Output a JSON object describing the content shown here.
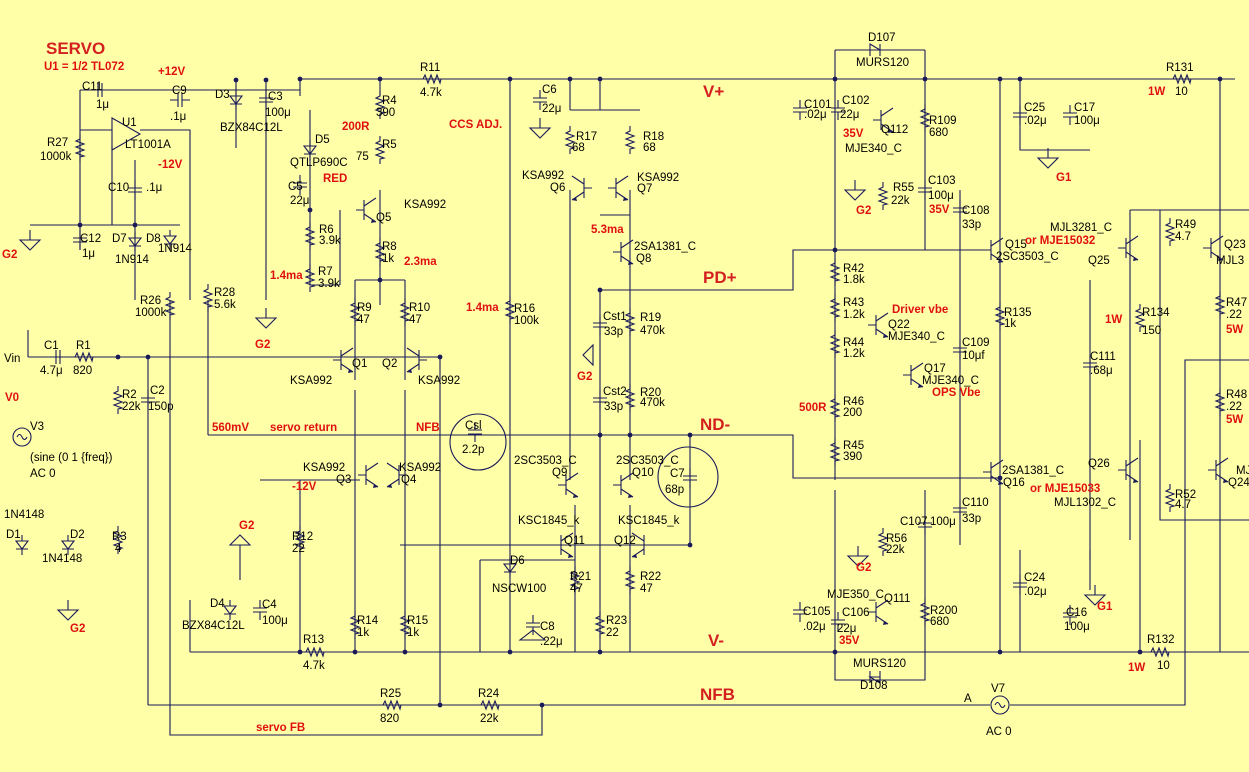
{
  "title": "SERVO",
  "subtitle": "U1 = 1/2 TL072",
  "colors": {
    "background": "#ffffa8",
    "wire": "#1a1a5a",
    "annotation": "#e01010"
  },
  "nets": {
    "vplus": "V+",
    "pdplus": "PD+",
    "ndminus": "ND-",
    "vminus": "V-",
    "nfb": "NFB"
  },
  "annotations": {
    "plus12": "+12V",
    "minus12a": "-12V",
    "minus12b": "-12V",
    "r4_200r": "200R",
    "d5_red": "RED",
    "ccs_adj": "CCS ADJ.",
    "i_r7": "1.4ma",
    "i_r8": "2.3ma",
    "i_r16": "1.4ma",
    "i_q8": "5.3ma",
    "servo_mv": "560mV",
    "driver_vbe": "Driver vbe",
    "ops_vbe": "OPS Vbe",
    "r46_500r": "500R",
    "v35a": "35V",
    "v35b": "35V",
    "v35c": "35V",
    "w1a": "1W",
    "w1b": "1W",
    "w1c": "1W",
    "w5a": "5W",
    "w5b": "5W",
    "or_mje15032": "or MJE15032",
    "or_mje15033": "or MJE15033",
    "v0": "V0"
  },
  "labels": {
    "servo_return": "servo return",
    "nfb_small": "NFB",
    "servo_fb": "servo FB",
    "vin": "Vin",
    "node_a": "A",
    "g2_a": "G2",
    "g2_b": "G2",
    "g2_c": "G2",
    "g2_d": "G2",
    "g2_e": "G2",
    "g2_f": "G2",
    "g2_g": "G2",
    "g1_a": "G1",
    "g1_b": "G1"
  },
  "components": {
    "c11": [
      "C11",
      "1μ"
    ],
    "c9": [
      "C9",
      ".1μ"
    ],
    "d3": [
      "D3",
      "BZX84C12L"
    ],
    "c3": [
      "C3",
      "100μ"
    ],
    "u1": [
      "U1",
      "LT1001A"
    ],
    "r27": [
      "R27",
      "1000k"
    ],
    "c10": [
      "C10",
      ".1μ"
    ],
    "c12": [
      "C12",
      "1μ"
    ],
    "d7": [
      "D7",
      "1N914"
    ],
    "d8": [
      "D8",
      "1N914"
    ],
    "r4": [
      "R4",
      "390"
    ],
    "r5": [
      "R5",
      "75"
    ],
    "d5": [
      "D5",
      "QTLP690C"
    ],
    "c5": [
      "C5",
      "22μ"
    ],
    "q5": [
      "KSA992",
      "Q5"
    ],
    "r6": [
      "R6",
      "3.9k"
    ],
    "r7": [
      "R7",
      "3.9k"
    ],
    "r8": [
      "R8",
      "1k"
    ],
    "r26": [
      "R26",
      "1000k"
    ],
    "r28": [
      "R28",
      "5.6k"
    ],
    "r9": [
      "R9",
      "47"
    ],
    "r10": [
      "R10",
      "47"
    ],
    "q1": [
      "Q1",
      "KSA992"
    ],
    "q2": [
      "Q2",
      "KSA992"
    ],
    "c1": [
      "C1",
      "4.7μ"
    ],
    "r1": [
      "R1",
      "820"
    ],
    "r2": [
      "R2",
      "22k"
    ],
    "c2": [
      "C2",
      "150p"
    ],
    "v3": [
      "V3",
      "(sine (0 1 {freq})",
      "AC 0"
    ],
    "q3": [
      "KSA992",
      "Q3"
    ],
    "q4": [
      "KSA992",
      "Q4"
    ],
    "r12": [
      "R12",
      "22"
    ],
    "d1": [
      "1N4148",
      "D1"
    ],
    "d2": [
      "D2",
      "1N4148"
    ],
    "r3": [
      "R3",
      "4"
    ],
    "d4": [
      "D4",
      "BZX84C12L"
    ],
    "c4": [
      "C4",
      "100μ"
    ],
    "r14": [
      "R14",
      "1k"
    ],
    "r15": [
      "R15",
      "1k"
    ],
    "r13": [
      "R13",
      "4.7k"
    ],
    "r25": [
      "R25",
      "820"
    ],
    "r24": [
      "R24",
      "22k"
    ],
    "r11": [
      "R11",
      "4.7k"
    ],
    "c6": [
      "C6",
      "22μ"
    ],
    "r16": [
      "R16",
      "100k"
    ],
    "r17": [
      "R17",
      "68"
    ],
    "r18": [
      "R18",
      "68"
    ],
    "q6": [
      "KSA992",
      "Q6"
    ],
    "q7": [
      "KSA992",
      "Q7"
    ],
    "q8": [
      "2SA1381_C",
      "Q8"
    ],
    "cst1": [
      "Cst1",
      "33p"
    ],
    "r19": [
      "R19",
      "470k"
    ],
    "cst2": [
      "Cst2",
      "33p"
    ],
    "r20": [
      "R20",
      "470k"
    ],
    "csl": [
      "Csl",
      "2.2p"
    ],
    "q9": [
      "2SC3503_C",
      "Q9"
    ],
    "q10": [
      "2SC3503_C",
      "Q10"
    ],
    "c7": [
      "C7",
      "68p"
    ],
    "q11": [
      "KSC1845_k",
      "Q11"
    ],
    "q12": [
      "KSC1845_k",
      "Q12"
    ],
    "d6": [
      "D6",
      "NSCW100"
    ],
    "r21": [
      "R21",
      "47"
    ],
    "r22": [
      "R22",
      "47"
    ],
    "r23": [
      "R23",
      "22"
    ],
    "c8": [
      "C8",
      ".22μ"
    ],
    "d107": [
      "D107",
      "MURS120"
    ],
    "c101": [
      "C101",
      ".02μ"
    ],
    "c102": [
      "C102",
      "22μ"
    ],
    "q112": [
      "Q112",
      "MJE340_C"
    ],
    "r109": [
      "R109",
      "680"
    ],
    "c103": [
      "C103",
      "100μ"
    ],
    "r55": [
      "R55",
      "22k"
    ],
    "c108": [
      "C108",
      "33p"
    ],
    "r42": [
      "R42",
      "1.8k"
    ],
    "r43": [
      "R43",
      "1.2k"
    ],
    "q22": [
      "Q22",
      "MJE340_C"
    ],
    "r44": [
      "R44",
      "1.2k"
    ],
    "q17": [
      "Q17",
      "MJE340_C"
    ],
    "r46": [
      "R46",
      "200"
    ],
    "r45": [
      "R45",
      "390"
    ],
    "c109": [
      "C109",
      "10μf"
    ],
    "r135": [
      "R135",
      "1k"
    ],
    "q15": [
      "Q15",
      "2SC3503_C"
    ],
    "q16": [
      "2SA1381_C",
      "Q16"
    ],
    "c110": [
      "C110",
      "33p"
    ],
    "c107": [
      "C107",
      "100μ"
    ],
    "r56": [
      "R56",
      "22k"
    ],
    "c105": [
      "C105",
      ".02μ"
    ],
    "c106": [
      "C106",
      "22μ"
    ],
    "q111": [
      "MJE350_C",
      "Q111"
    ],
    "r200": [
      "R200",
      "680"
    ],
    "d108": [
      "MURS120",
      "D108"
    ],
    "c25": [
      "C25",
      ".02μ"
    ],
    "c17": [
      "C17",
      "100μ"
    ],
    "c24": [
      "C24",
      ".02μ"
    ],
    "c16": [
      "C16",
      "100μ"
    ],
    "r131": [
      "R131",
      "10"
    ],
    "r132": [
      "R132",
      "10"
    ],
    "q25": [
      "MJL3281_C",
      "Q25"
    ],
    "q26": [
      "Q26",
      "MJL1302_C"
    ],
    "r134": [
      "R134",
      "150"
    ],
    "c111": [
      "C111",
      ".68μ"
    ],
    "r49": [
      "R49",
      "4.7"
    ],
    "q23": [
      "Q23",
      "MJL3"
    ],
    "r47": [
      "R47",
      ".22"
    ],
    "r48": [
      "R48",
      ".22"
    ],
    "r52": [
      "R52",
      "4.7"
    ],
    "q24": [
      "MJL",
      "Q24"
    ],
    "v7": [
      "V7",
      "AC 0"
    ]
  }
}
